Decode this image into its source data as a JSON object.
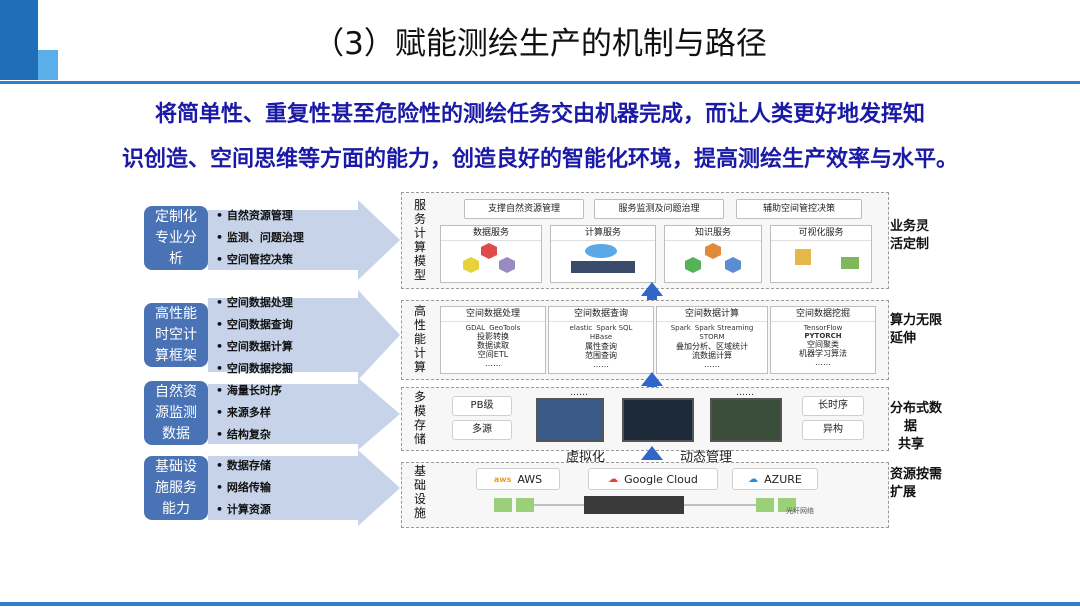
{
  "slide": {
    "title": "（3）赋能测绘生产的机制与路径",
    "headline_line1": "将简单性、重复性甚至危险性的测绘任务交由机器完成，而让人类更好地发挥知",
    "headline_line2": "识创造、空间思维等方面的能力，创造良好的智能化环境，提高测绘生产效率与水平。"
  },
  "categories": [
    {
      "label_lines": [
        "定制化",
        "专业分",
        "析"
      ],
      "items": [
        "自然资源管理",
        "监测、问题治理",
        "空间管控决策"
      ]
    },
    {
      "label_lines": [
        "高性能",
        "时空计",
        "算框架"
      ],
      "items": [
        "空间数据处理",
        "空间数据查询",
        "空间数据计算",
        "空间数据挖掘"
      ]
    },
    {
      "label_lines": [
        "自然资",
        "源监测",
        "数据"
      ],
      "items": [
        "海量长时序",
        "来源多样",
        "结构复杂"
      ]
    },
    {
      "label_lines": [
        "基础设",
        "施服务",
        "能力"
      ],
      "items": [
        "数据存储",
        "网络传输",
        "计算资源"
      ]
    }
  ],
  "layers": {
    "service": {
      "label": "服务计算模型",
      "top_tags": [
        "支撑自然资源管理",
        "服务监测及问题治理",
        "辅助空间管控决策"
      ],
      "boxes": [
        "数据服务",
        "计算服务",
        "知识服务",
        "可视化服务"
      ],
      "right_label_lines": [
        "业务灵",
        "活定制"
      ]
    },
    "compute": {
      "label": "高性能计算",
      "modules": [
        {
          "title": "空间数据处理",
          "tools": [
            "GDAL",
            "GeoTools"
          ],
          "desc": [
            "投影转换",
            "数据读取",
            "空间ETL",
            "……"
          ]
        },
        {
          "title": "空间数据查询",
          "tools": [
            "elastic",
            "Spark SQL",
            "HBase"
          ],
          "desc": [
            "属性查询",
            "范围查询",
            "……"
          ]
        },
        {
          "title": "空间数据计算",
          "tools": [
            "Spark",
            "Spark Streaming",
            "STORM"
          ],
          "desc": [
            "叠加分析、区域统计",
            "流数据计算",
            "……"
          ]
        },
        {
          "title": "空间数据挖掘",
          "tools": [
            "TensorFlow",
            "PYTORCH"
          ],
          "desc": [
            "空间聚类",
            "机器学习算法",
            "……"
          ]
        }
      ],
      "right_label_lines": [
        "算力无限",
        "延伸"
      ]
    },
    "storage": {
      "label": "多模存储",
      "pills_left": [
        "PB级",
        "多源"
      ],
      "pills_right": [
        "长时序",
        "异构"
      ],
      "dots": "……",
      "right_label_lines": [
        "分布式数",
        "据",
        "共享"
      ]
    },
    "infra": {
      "label": "基础设施",
      "virtual_label": "虚拟化",
      "dynamic_label": "动态管理",
      "clouds": [
        {
          "logo": "aws",
          "name": "AWS"
        },
        {
          "logo": "Google Cloud",
          "name": "Google Cloud"
        },
        {
          "logo": "Azure",
          "name": "AZURE"
        }
      ],
      "network_label": "光纤网络",
      "right_label_lines": [
        "资源按需",
        "扩展"
      ]
    }
  },
  "colors": {
    "accent_blue": "#2f7fd1",
    "category_box": "#4a73b5",
    "headline": "#1a1aa6",
    "arrow_fill": "#c6d3e8",
    "up_arrow": "#2f66c9"
  }
}
